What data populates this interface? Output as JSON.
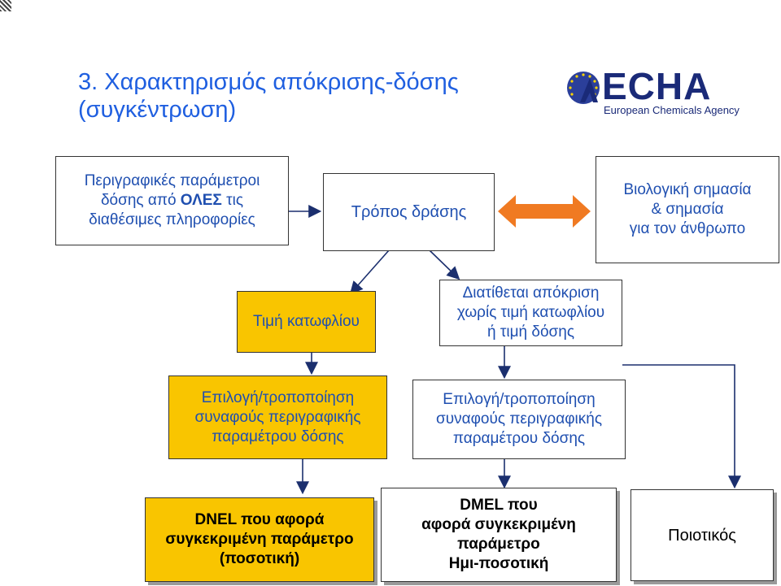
{
  "title": {
    "line1": "3. Χαρακτηρισμός απόκρισης-δόσης",
    "line2": "(συγκέντρωση)"
  },
  "logo": {
    "word": "ECHA",
    "subtitle": "European Chemicals Agency",
    "colors": {
      "navy": "#1a2a78",
      "blue": "#2b3f9a",
      "star": "#ffd400"
    }
  },
  "boxes": {
    "descriptors": {
      "line1": "Περιγραφικές παράμετροι",
      "line2_pre": "δόσης από ",
      "line2_bold": "ΟΛΕΣ",
      "line2_post": " τις",
      "line3": "διαθέσιμες πληροφορίες"
    },
    "mode_of_action": "Τρόπος δράσης",
    "biological": {
      "line1": "Βιολογική σημασία",
      "line2": "& σημασία",
      "line3": "για τον άνθρωπο"
    },
    "threshold": "Τιμή κατωφλίου",
    "no_threshold": {
      "line1": "Διατίθεται απόκριση",
      "line2": "χωρίς τιμή κατωφλίου",
      "line3": "ή τιμή δόσης"
    },
    "select_left": {
      "line1": "Επιλογή/τροποποίηση",
      "line2": "συναφούς περιγραφικής",
      "line3": "παραμέτρου δόσης"
    },
    "select_right": {
      "line1": "Επιλογή/τροποποίηση",
      "line2": "συναφούς περιγραφικής",
      "line3": "παραμέτρου δόσης"
    },
    "dnel": {
      "line1": "DNEL που αφορά",
      "line2": "συγκεκριμένη παράμετρο",
      "line3": "(ποσοτική)"
    },
    "dmel": {
      "line1": "DMEL που",
      "line2": "αφορά συγκεκριμένη",
      "line3": "παράμετρο",
      "line4": "Ημι-ποσοτική"
    },
    "qualitative": "Ποιοτικός"
  },
  "colors": {
    "text_blue": "#1f4fb0",
    "title_blue": "#1f5fe0",
    "yellow": "#f9c500",
    "arrow_orange": "#f07a22",
    "connector": "#1b2f6e"
  }
}
